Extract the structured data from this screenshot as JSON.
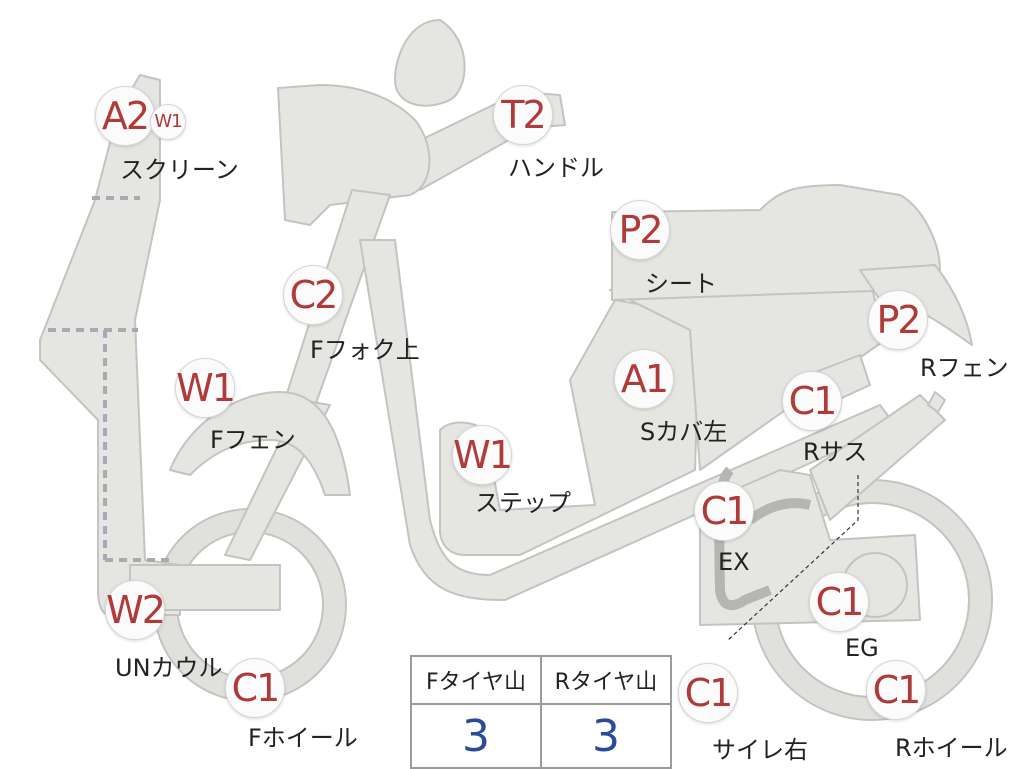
{
  "colors": {
    "part_fill": "#e5e5e2",
    "part_stroke": "#c3c3c0",
    "badge_text": "#b03a3a",
    "value_text": "#2a4a9a"
  },
  "markers": [
    {
      "code": "A2",
      "label": "スクリーン"
    },
    {
      "code": "W1",
      "label": ""
    },
    {
      "code": "T2",
      "label": "ハンドル"
    },
    {
      "code": "P2",
      "label": "シート"
    },
    {
      "code": "C2",
      "label": "Fフォク上"
    },
    {
      "code": "W1",
      "label": "Fフェン"
    },
    {
      "code": "P2",
      "label": "Rフェン"
    },
    {
      "code": "A1",
      "label": "Sカバ左"
    },
    {
      "code": "C1",
      "label": "Rサス"
    },
    {
      "code": "W1",
      "label": "ステップ"
    },
    {
      "code": "C1",
      "label": "EX"
    },
    {
      "code": "W2",
      "label": "UNカウル"
    },
    {
      "code": "C1",
      "label": "EG"
    },
    {
      "code": "C1",
      "label": "Fホイール"
    },
    {
      "code": "C1",
      "label": "サイレ右"
    },
    {
      "code": "C1",
      "label": "Rホイール"
    }
  ],
  "tire_table": {
    "front_header": "Fタイヤ山",
    "rear_header": "Rタイヤ山",
    "front_value": "3",
    "rear_value": "3"
  }
}
